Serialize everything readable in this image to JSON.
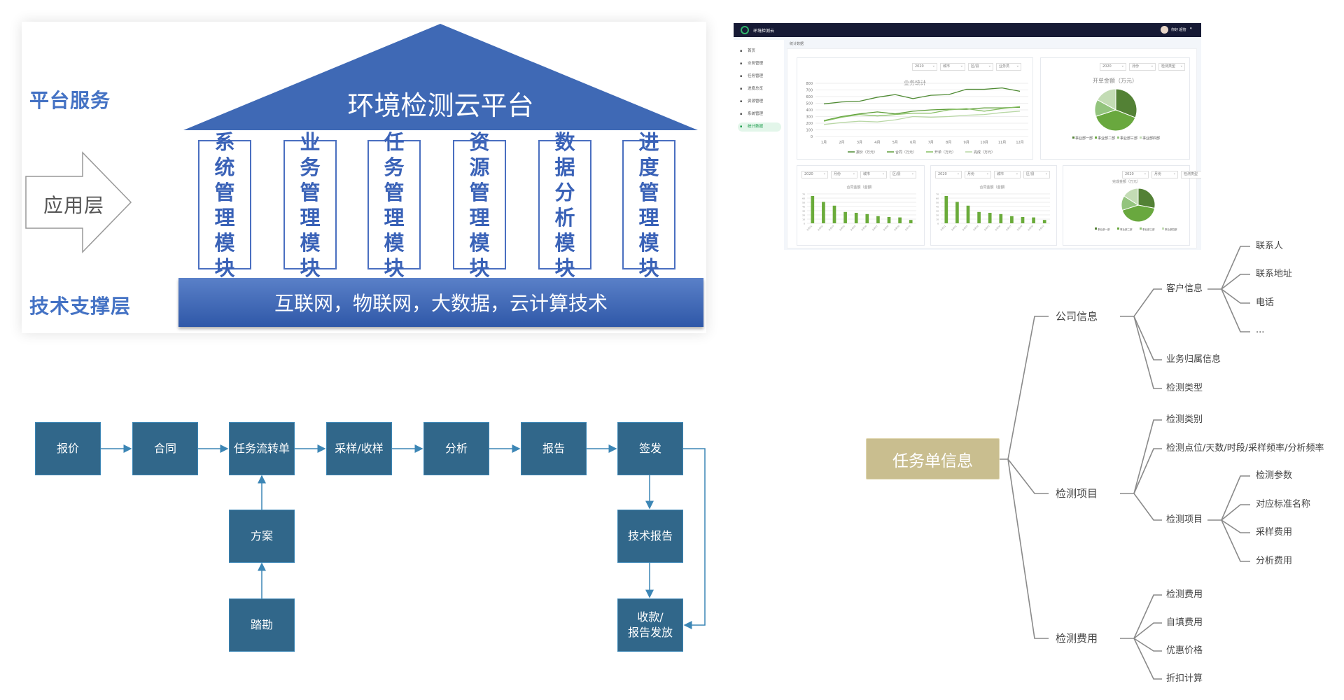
{
  "architecture": {
    "roof_title": "环境检测云平台",
    "label_platform": "平台服务",
    "label_app": "应用层",
    "label_tech": "技术支撑层",
    "modules": [
      "系统管理模块",
      "业务管理模块",
      "任务管理模块",
      "资源管理模块",
      "数据分析模块",
      "进度管理模块"
    ],
    "base_text": "互联网，物联网，大数据，云计算技术",
    "colors": {
      "blue": "#3f69b5",
      "label": "#4472c4"
    }
  },
  "dashboard": {
    "app_name": "环境检测云",
    "user": "你好 超管",
    "breadcrumb": "统计数据",
    "sidebar": [
      "首页",
      "业务管理",
      "任务管理",
      "进度总览",
      "资源管理",
      "系统管理",
      "统计数据"
    ],
    "line_panel": {
      "filters": [
        "2020",
        "城市",
        "区/县",
        "业务员"
      ]
    },
    "pie_panel": {
      "filters": [
        "2020",
        "月份",
        "检测类型"
      ]
    },
    "bar_panel1": {
      "filters": [
        "2020",
        "月份",
        "城市",
        "区/县"
      ]
    },
    "bar_panel2": {
      "filters": [
        "2020",
        "月份",
        "城市",
        "区/县"
      ]
    },
    "pie_panel2": {
      "filters": [
        "2020",
        "月份",
        "检测类型"
      ]
    }
  },
  "chart_data": [
    {
      "type": "line",
      "title": "业务统计",
      "categories": [
        "1月",
        "2月",
        "3月",
        "4月",
        "5月",
        "6月",
        "7月",
        "8月",
        "9月",
        "10月",
        "11月",
        "12月"
      ],
      "ylim": [
        0,
        800
      ],
      "yticks": [
        0,
        100,
        200,
        300,
        400,
        500,
        600,
        700,
        800
      ],
      "series": [
        {
          "name": "报价（万元）",
          "color": "#4e8a32",
          "values": [
            490,
            520,
            530,
            590,
            630,
            570,
            620,
            630,
            710,
            710,
            730,
            680
          ]
        },
        {
          "name": "合同（万元）",
          "color": "#5f9e3a",
          "values": [
            240,
            300,
            340,
            370,
            340,
            380,
            400,
            410,
            410,
            430,
            430,
            440
          ]
        },
        {
          "name": "开单（万元）",
          "color": "#86bf62",
          "values": [
            230,
            290,
            330,
            310,
            330,
            350,
            350,
            400,
            420,
            380,
            420,
            450
          ]
        },
        {
          "name": "完成（万元）",
          "color": "#b8d7a4",
          "values": [
            180,
            210,
            230,
            220,
            250,
            300,
            290,
            300,
            320,
            330,
            360,
            380
          ]
        }
      ]
    },
    {
      "type": "pie",
      "title": "开单金额（万元）",
      "labels": [
        "事业部一部",
        "事业部二部",
        "事业部三部",
        "事业部四部"
      ],
      "values": [
        31,
        39,
        13,
        17
      ],
      "colors": [
        "#538135",
        "#69a83e",
        "#93c47d",
        "#c3dcb4"
      ]
    },
    {
      "type": "bar",
      "title": "合同金额（金额）",
      "ylim": [
        0,
        70
      ],
      "yticks": [
        0,
        10,
        20,
        30,
        40,
        50,
        60,
        70
      ],
      "categories": [
        "业务01",
        "业务02",
        "业务03",
        "业务04",
        "业务05",
        "业务06",
        "业务07",
        "业务08",
        "业务09",
        "业务10"
      ],
      "values": [
        65,
        51,
        42,
        27,
        25,
        22,
        17,
        15,
        14,
        8
      ],
      "color": "#6aab3a"
    },
    {
      "type": "bar",
      "title": "合同金额（金额）",
      "ylim": [
        0,
        70
      ],
      "yticks": [
        0,
        10,
        20,
        30,
        40,
        50,
        60,
        70
      ],
      "categories": [
        "业务01",
        "业务02",
        "业务03",
        "业务04",
        "业务05",
        "业务06",
        "业务07",
        "业务08",
        "业务09",
        "业务10"
      ],
      "values": [
        65,
        51,
        42,
        27,
        25,
        22,
        17,
        15,
        14,
        8
      ],
      "color": "#6aab3a"
    },
    {
      "type": "pie",
      "title": "完成金额（万元）",
      "labels": [
        "事业部一部",
        "事业部二部",
        "事业部三部",
        "事业部四部"
      ],
      "values": [
        28,
        42,
        14,
        16
      ],
      "colors": [
        "#538135",
        "#69a83e",
        "#93c47d",
        "#c3dcb4"
      ]
    }
  ],
  "flow": {
    "main": [
      "报价",
      "合同",
      "任务流转单",
      "采样/收样",
      "分析",
      "报告",
      "签发"
    ],
    "plan": "方案",
    "survey": "踏勘",
    "tech_report": "技术报告",
    "payment": "收款/\n报告发放",
    "payment_line1": "收款/",
    "payment_line2": "报告发放",
    "colors": {
      "box": "#31678a",
      "arrow": "#3c86b5"
    }
  },
  "mindmap": {
    "root": "任务单信息",
    "l1": [
      "公司信息",
      "检测项目",
      "检测费用"
    ],
    "company": [
      "客户信息",
      "业务归属信息",
      "检测类型"
    ],
    "customer": [
      "联系人",
      "联系地址",
      "电话",
      "..."
    ],
    "project": [
      "检测类别",
      "检测点位/天数/时段/采样频率/分析频率",
      "检测项目"
    ],
    "project_items": [
      "检测参数",
      "对应标准名称",
      "采样费用",
      "分析费用"
    ],
    "fees": [
      "检测费用",
      "自填费用",
      "优惠价格",
      "折扣计算"
    ]
  }
}
